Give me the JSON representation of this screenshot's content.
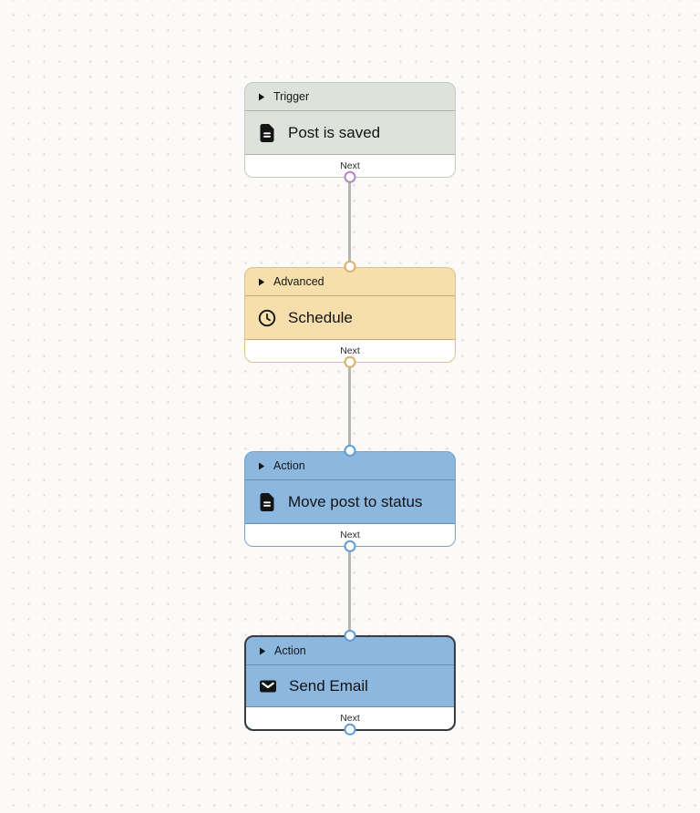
{
  "canvas": {
    "background_color": "#fbfaf8",
    "dot_grid_color": "#d7d7d3",
    "edge_color": "#b5b5b2"
  },
  "nodes": [
    {
      "type_label": "Trigger",
      "title": "Post is saved",
      "icon": "document-icon",
      "footer_label": "Next",
      "selected": false,
      "colors": {
        "fill": "#dde3db",
        "border": "#c2c9c0",
        "divider": "#aab2a9",
        "output_handle": "#b385be"
      }
    },
    {
      "type_label": "Advanced",
      "title": "Schedule",
      "icon": "clock-icon",
      "footer_label": "Next",
      "selected": false,
      "colors": {
        "fill": "#f6dfac",
        "border": "#ddc089",
        "divider": "#c9ad76",
        "input_handle": "#dcae67",
        "output_handle": "#dcae67"
      }
    },
    {
      "type_label": "Action",
      "title": "Move post to status",
      "icon": "document-icon",
      "footer_label": "Next",
      "selected": false,
      "colors": {
        "fill": "#8cb8e0",
        "border": "#78a3c9",
        "divider": "#688fb1",
        "input_handle": "#5e9cd1",
        "output_handle": "#5e9cd1"
      }
    },
    {
      "type_label": "Action",
      "title": "Send Email",
      "icon": "envelope-icon",
      "footer_label": "Next",
      "selected": true,
      "colors": {
        "fill": "#8cb8e0",
        "border": "#373d42",
        "divider": "#688fb1",
        "input_handle": "#5e9cd1",
        "output_handle": "#5e9cd1"
      }
    }
  ]
}
